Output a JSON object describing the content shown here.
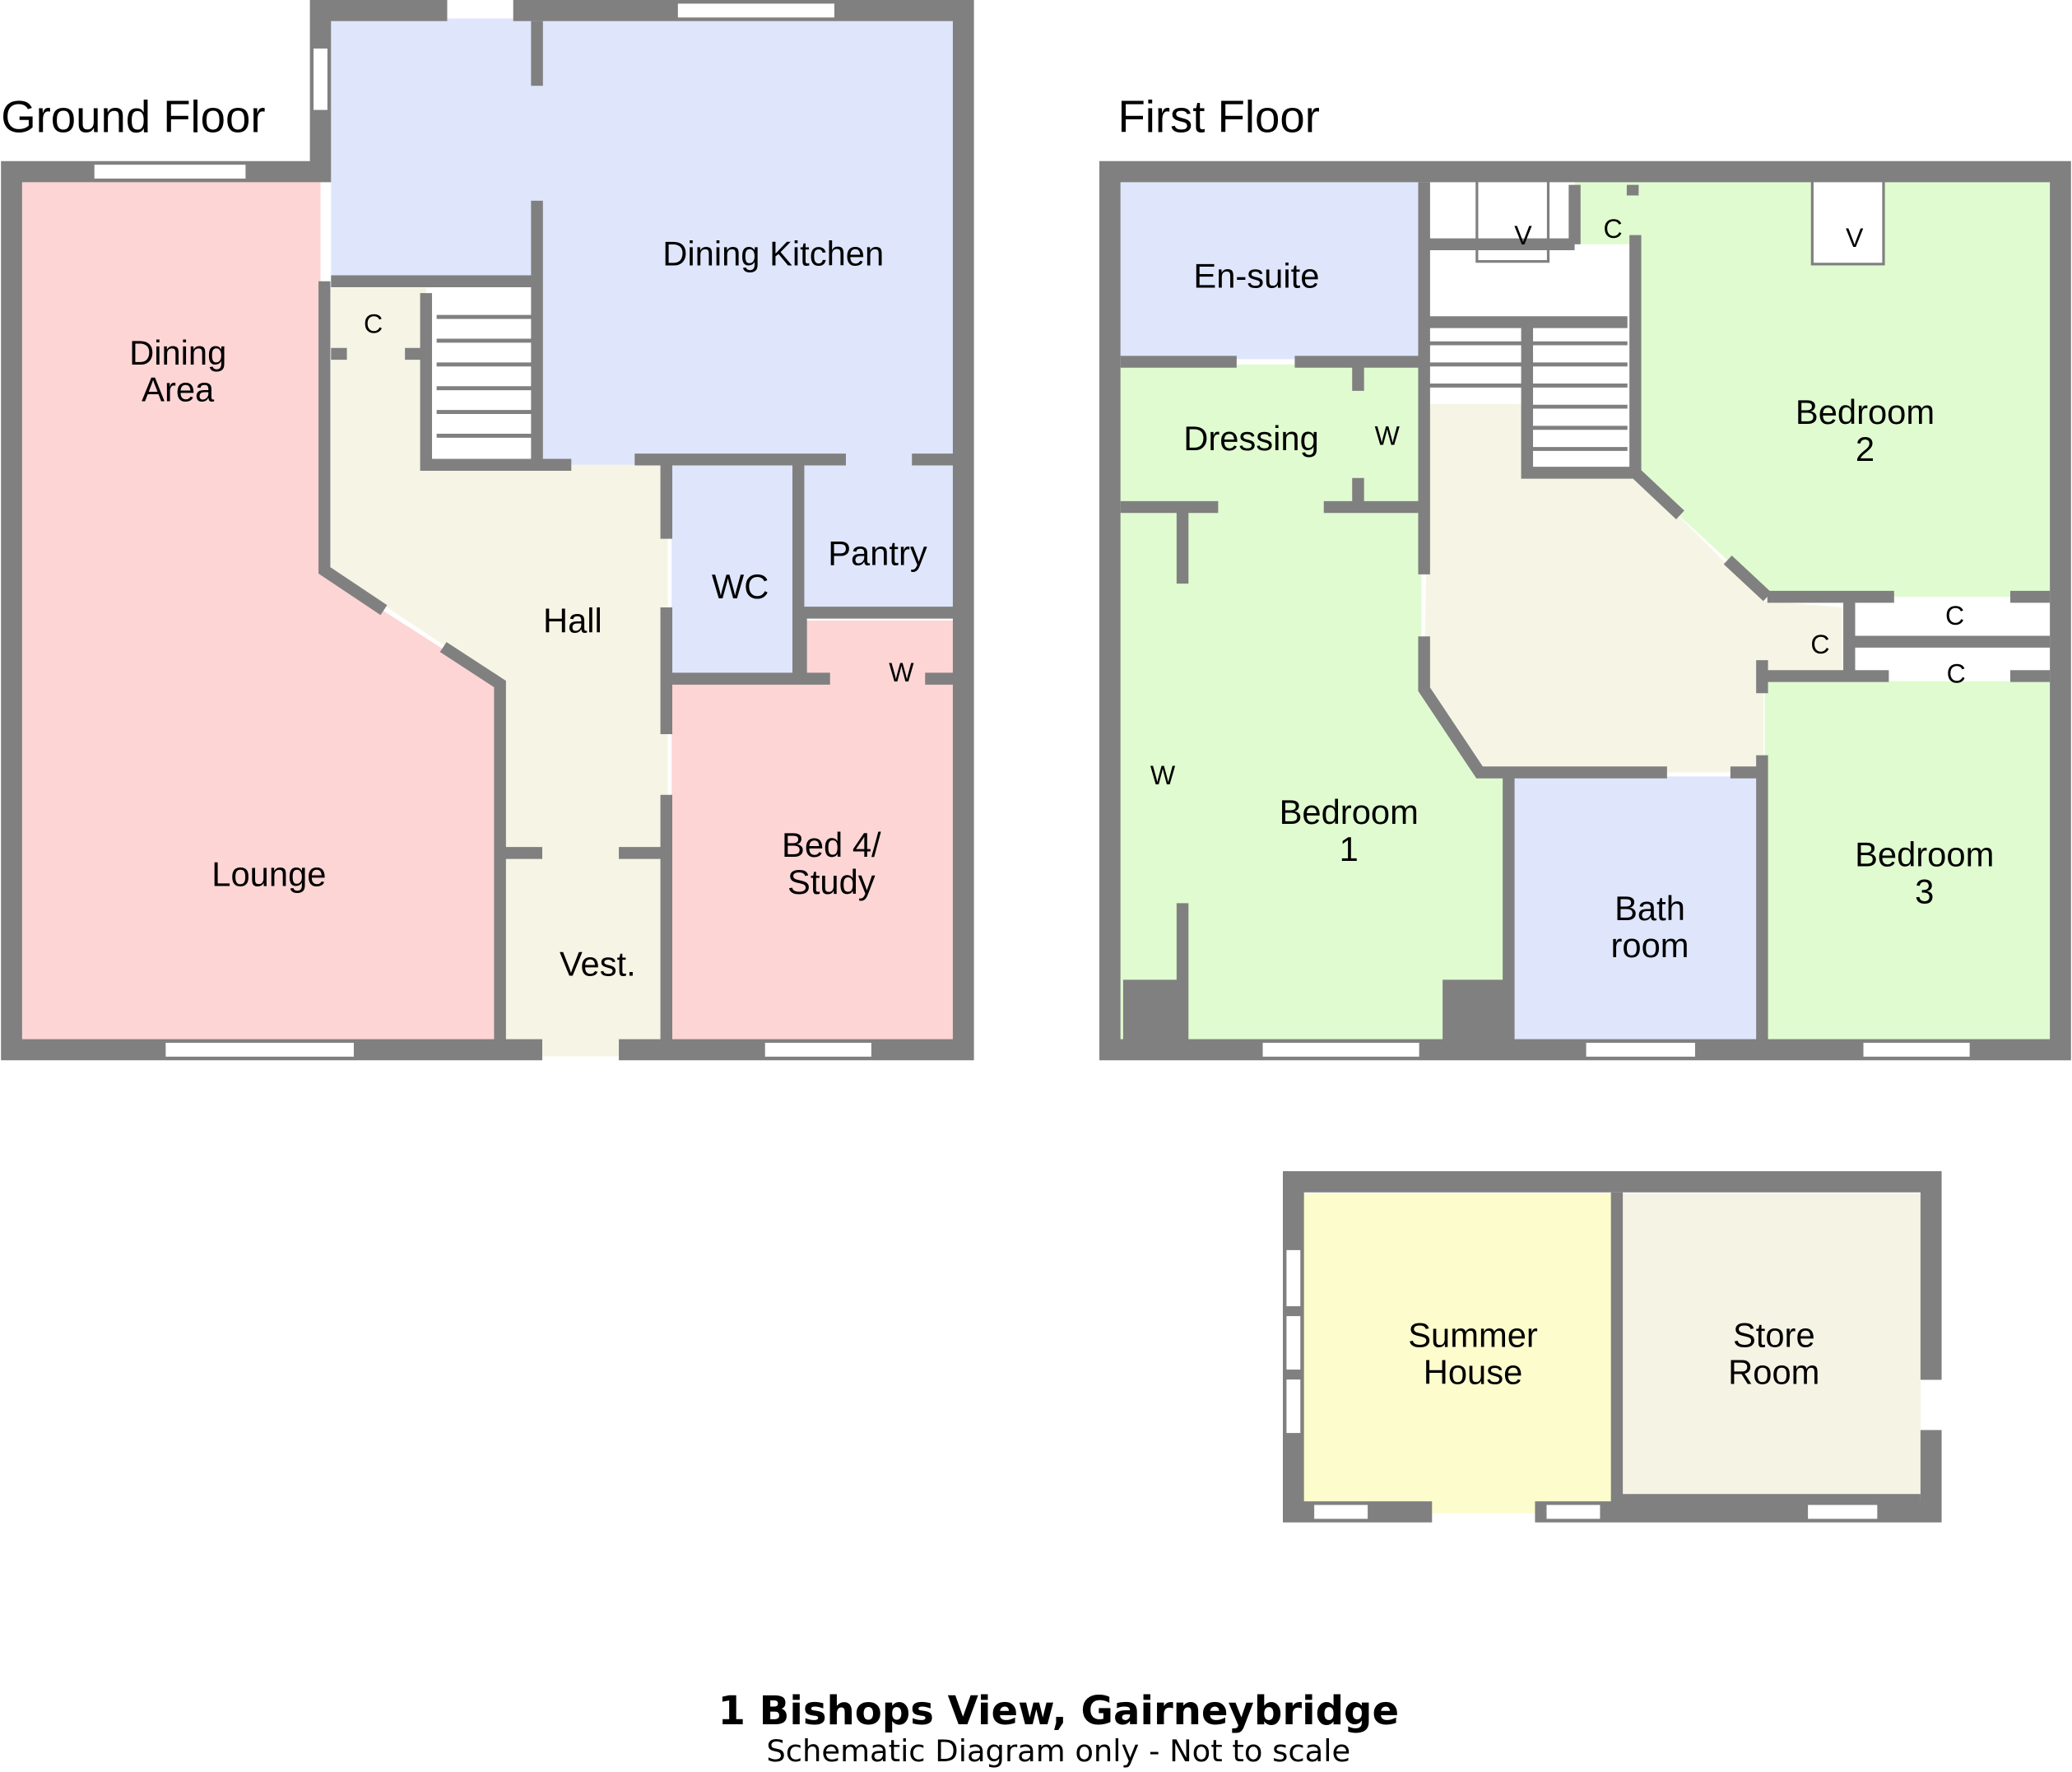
{
  "ground_floor": {
    "heading": "Ground Floor",
    "rooms": {
      "dining_area": [
        "Dining",
        "Area"
      ],
      "lounge": "Lounge",
      "dining_kitchen": "Dining Kitchen",
      "hall": "Hall",
      "wc": "WC",
      "pantry": "Pantry",
      "bed4": [
        "Bed 4/",
        "Study"
      ],
      "vest": "Vest.",
      "cupboard": "C",
      "wardrobe": "W"
    }
  },
  "first_floor": {
    "heading": "First Floor",
    "rooms": {
      "ensuite": "En-suite",
      "dressing": "Dressing",
      "dressing_w": "W",
      "bedroom1": [
        "Bedroom",
        "1"
      ],
      "bedroom1_w": "W",
      "bedroom2": [
        "Bedroom",
        "2"
      ],
      "bedroom3": [
        "Bedroom",
        "3"
      ],
      "bathroom": [
        "Bath",
        "room"
      ],
      "v1": "V",
      "v2": "V",
      "c1": "C",
      "c2": "C",
      "c3": "C",
      "c4": "C"
    }
  },
  "outbuilding": {
    "summer_house": [
      "Summer",
      "House"
    ],
    "store_room": [
      "Store",
      "Room"
    ]
  },
  "footer": {
    "title": "1 Bishops View, Gairneybridge",
    "subtitle": "Schematic Diagram only - Not to scale"
  },
  "colors": {
    "wall": "#808080",
    "pink": "#fdd5d5",
    "blue": "#dfe6fb",
    "beige": "#f6f4e4",
    "green": "#e0fbd0",
    "yellow": "#fdfccc"
  }
}
